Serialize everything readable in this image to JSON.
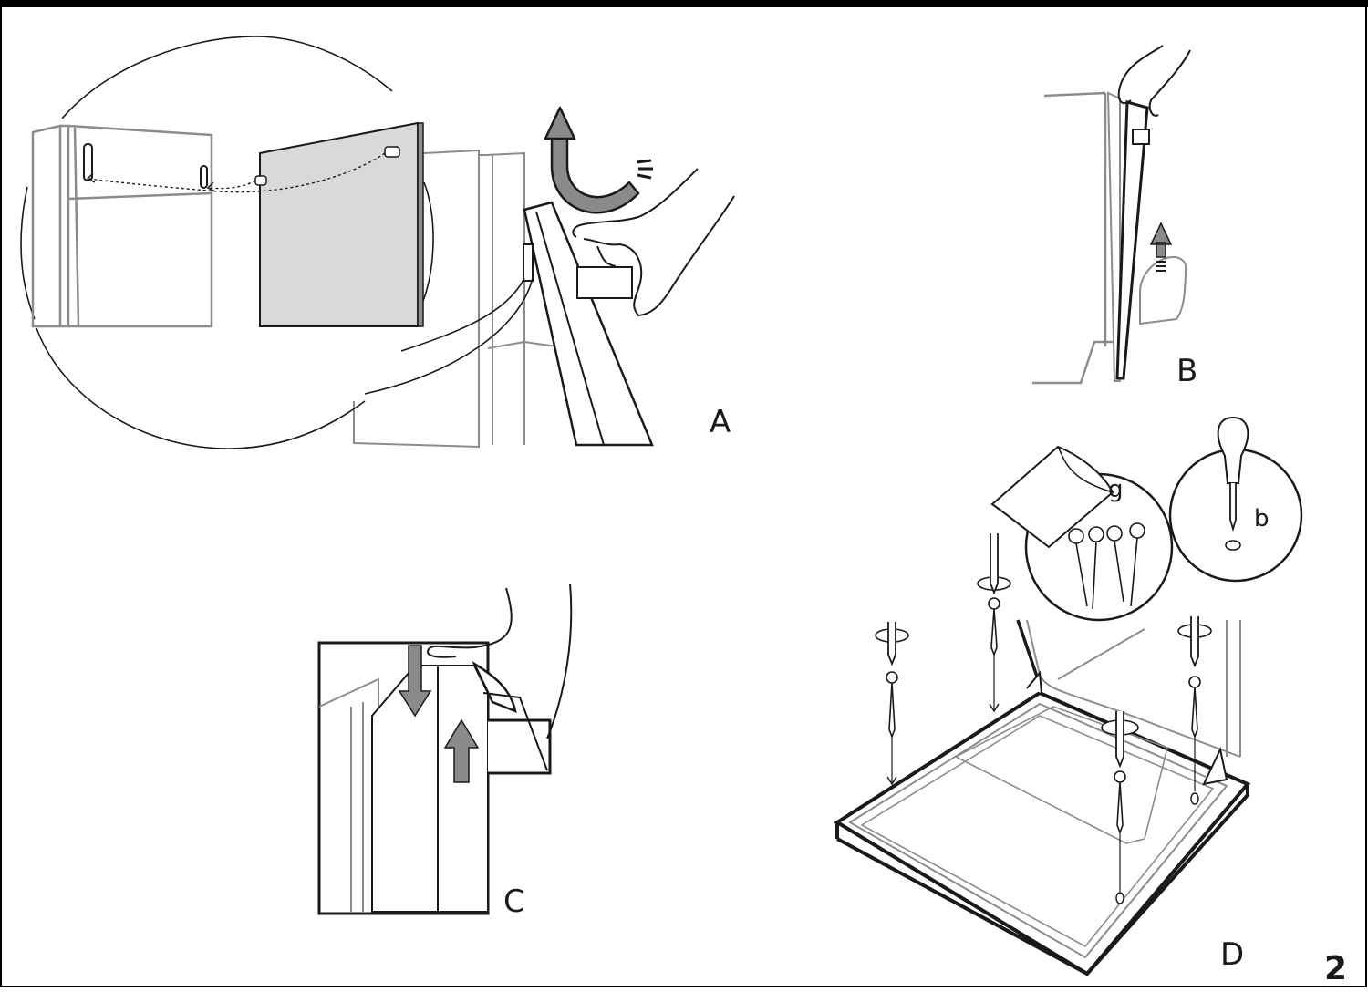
{
  "figure": {
    "page_number": "2",
    "panels": {
      "a": {
        "label": "A"
      },
      "b": {
        "label": "B"
      },
      "c": {
        "label": "C"
      },
      "d": {
        "label": "D"
      }
    },
    "callouts": {
      "bag": "g",
      "screwdriver": "b"
    }
  },
  "colors": {
    "ink": "#1a1a1a",
    "frame": "#000000",
    "gray_line": "#8c8c8c",
    "panel_fill": "#d9d9d9",
    "arrow_fill": "#8a8a8a"
  }
}
